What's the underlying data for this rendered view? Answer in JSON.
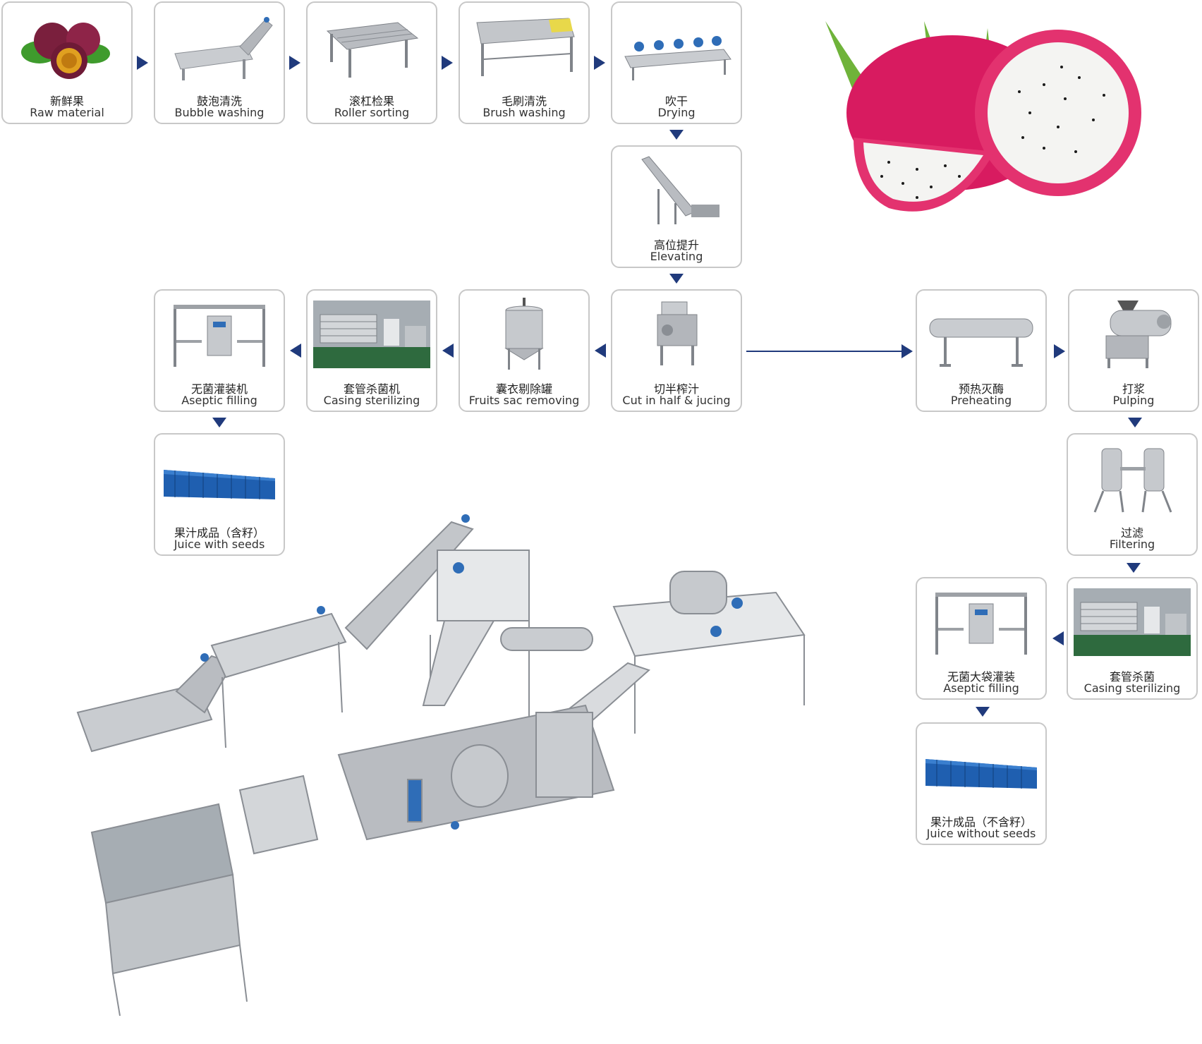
{
  "colors": {
    "arrow": "#203a7c",
    "border": "#c8c8c8",
    "steel": "#b9bcc1",
    "motor": "#2f6db7",
    "drum": "#1f5fb0",
    "fruit_pink": "#d81b60",
    "leaf": "#3f9b2d"
  },
  "steps": {
    "raw": {
      "cn": "新鲜果",
      "en": "Raw material",
      "icon": "fruit-icon"
    },
    "bubble": {
      "cn": "鼓泡清洗",
      "en": "Bubble washing",
      "icon": "bubble-washer-icon"
    },
    "roller": {
      "cn": "滚杠检果",
      "en": "Roller sorting",
      "icon": "roller-sorter-icon"
    },
    "brush": {
      "cn": "毛刷清洗",
      "en": "Brush washing",
      "icon": "brush-washer-icon"
    },
    "drying": {
      "cn": "吹干",
      "en": "Drying",
      "icon": "air-dryer-icon"
    },
    "elevating": {
      "cn": "高位提升",
      "en": "Elevating",
      "icon": "elevator-icon"
    },
    "cut": {
      "cn": "切半榨汁",
      "en": "Cut in half & jucing",
      "icon": "juicer-icon"
    },
    "sac": {
      "cn": "囊衣剔除罐",
      "en": "Fruits sac removing",
      "icon": "tank-icon"
    },
    "casing1": {
      "cn": "套管杀菌机",
      "en": "Casing sterilizing",
      "icon": "sterilizer-icon"
    },
    "aseptic1": {
      "cn": "无菌灌装机",
      "en": "Aseptic filling",
      "icon": "filler-icon"
    },
    "juice_seeds": {
      "cn": "果汁成品（含籽）",
      "en": "Juice with seeds",
      "icon": "drums-icon"
    },
    "preheat": {
      "cn": "预热灭酶",
      "en": "Preheating",
      "icon": "preheater-icon"
    },
    "pulping": {
      "cn": "打浆",
      "en": "Pulping",
      "icon": "pulper-icon"
    },
    "filtering": {
      "cn": "过滤",
      "en": "Filtering",
      "icon": "filter-icon"
    },
    "casing2": {
      "cn": "套管杀菌",
      "en": "Casing sterilizing",
      "icon": "sterilizer-icon"
    },
    "aseptic2": {
      "cn": "无菌大袋灌装",
      "en": "Aseptic filling",
      "icon": "filler-icon"
    },
    "juice_noseeds": {
      "cn": "果汁成品（不含籽）",
      "en": "Juice without seeds",
      "icon": "drums-icon"
    }
  }
}
